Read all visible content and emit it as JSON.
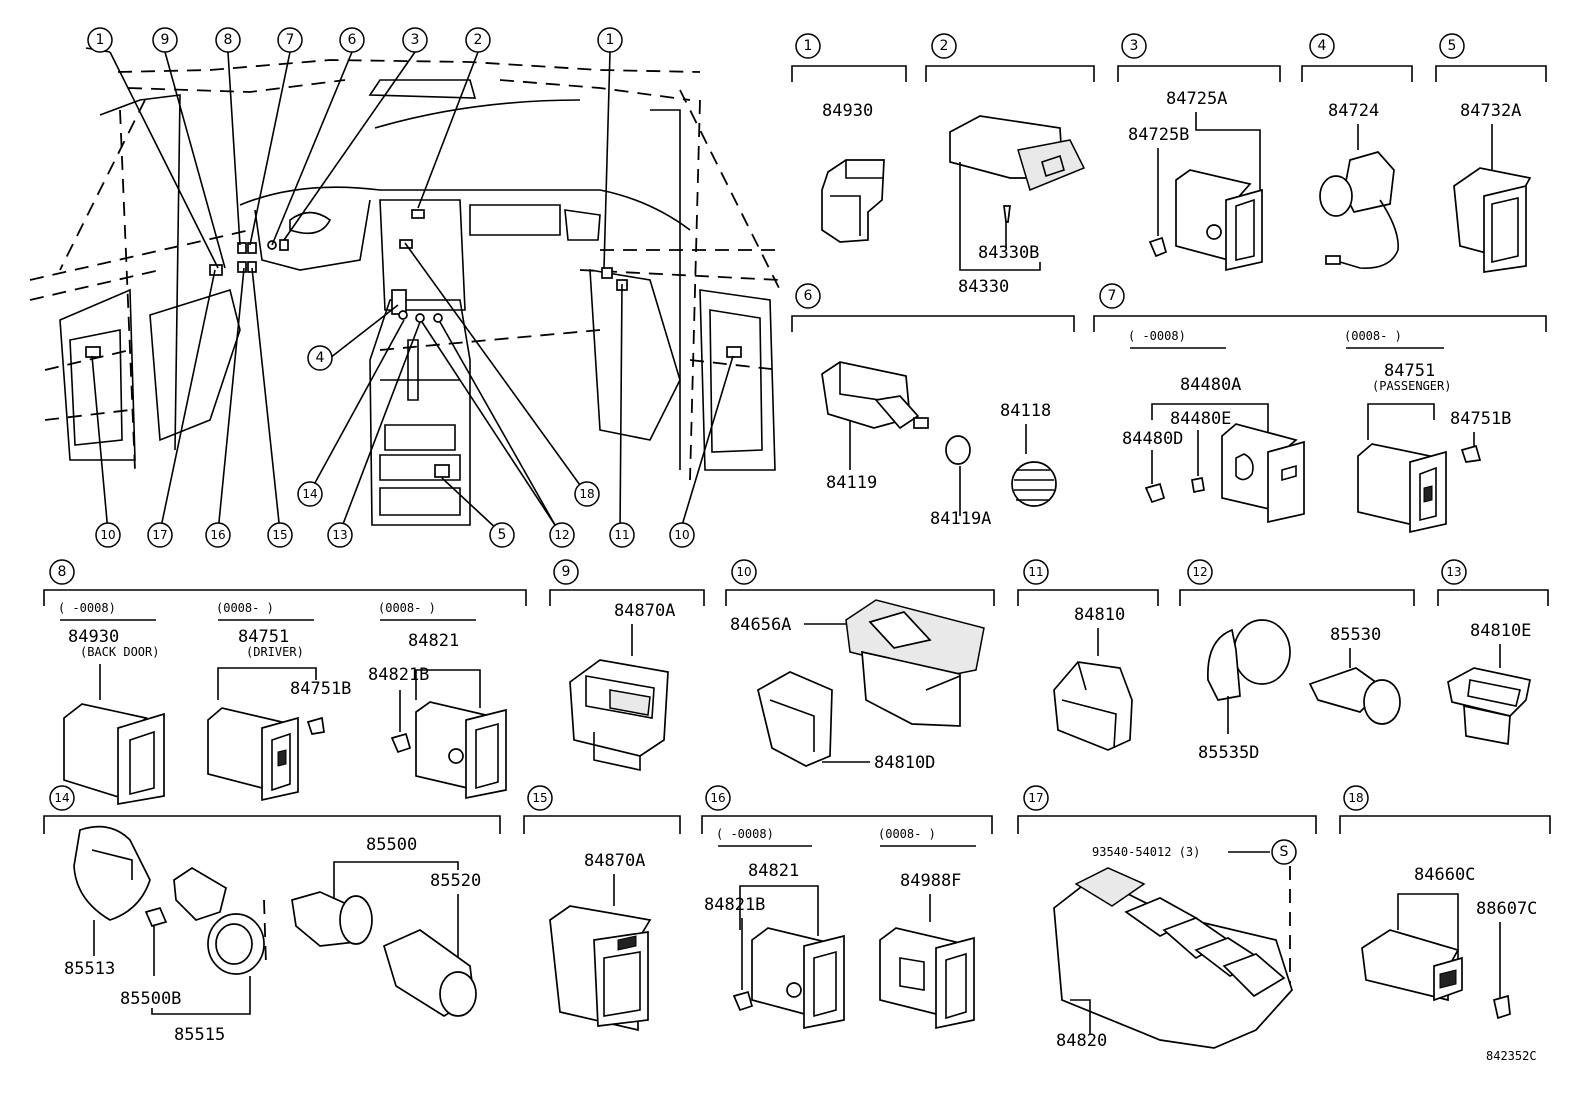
{
  "drawing_code": "842352C",
  "overview_callouts": [
    "1",
    "9",
    "8",
    "7",
    "6",
    "3",
    "2",
    "1",
    "4",
    "14",
    "13",
    "5",
    "12",
    "18",
    "11",
    "10",
    "17",
    "16",
    "15",
    "10"
  ],
  "sections": [
    {
      "num": "1",
      "parts": [
        "84930"
      ]
    },
    {
      "num": "2",
      "parts": [
        "84330B",
        "84330"
      ]
    },
    {
      "num": "3",
      "parts": [
        "84725A",
        "84725B"
      ]
    },
    {
      "num": "4",
      "parts": [
        "84724"
      ]
    },
    {
      "num": "5",
      "parts": [
        "84732A"
      ]
    },
    {
      "num": "6",
      "parts": [
        "84119",
        "84119A",
        "84118"
      ]
    },
    {
      "num": "7",
      "notes": [
        "(      -0008)",
        "(0008-      )",
        "(PASSENGER)"
      ],
      "parts": [
        "84480A",
        "84480E",
        "84480D",
        "84751",
        "84751B"
      ]
    },
    {
      "num": "8",
      "notes": [
        "(      -0008)",
        "(0008-      )",
        "(0008-      )",
        "(BACK DOOR)",
        "(DRIVER)"
      ],
      "parts": [
        "84930",
        "84751",
        "84751B",
        "84821",
        "84821B"
      ]
    },
    {
      "num": "9",
      "parts": [
        "84870A"
      ]
    },
    {
      "num": "10",
      "parts": [
        "84656A",
        "84810D"
      ]
    },
    {
      "num": "11",
      "parts": [
        "84810"
      ]
    },
    {
      "num": "12",
      "parts": [
        "85530",
        "85535D"
      ]
    },
    {
      "num": "13",
      "parts": [
        "84810E"
      ]
    },
    {
      "num": "14",
      "parts": [
        "85500",
        "85520",
        "85513",
        "85500B",
        "85515"
      ]
    },
    {
      "num": "15",
      "parts": [
        "84870A"
      ]
    },
    {
      "num": "16",
      "notes": [
        "(      -0008)",
        "(0008-      )"
      ],
      "parts": [
        "84821",
        "84821B",
        "84988F"
      ]
    },
    {
      "num": "17",
      "notes": [
        "93540-54012 (3)",
        "S"
      ],
      "parts": [
        "84820"
      ]
    },
    {
      "num": "18",
      "parts": [
        "84660C",
        "88607C"
      ]
    }
  ]
}
